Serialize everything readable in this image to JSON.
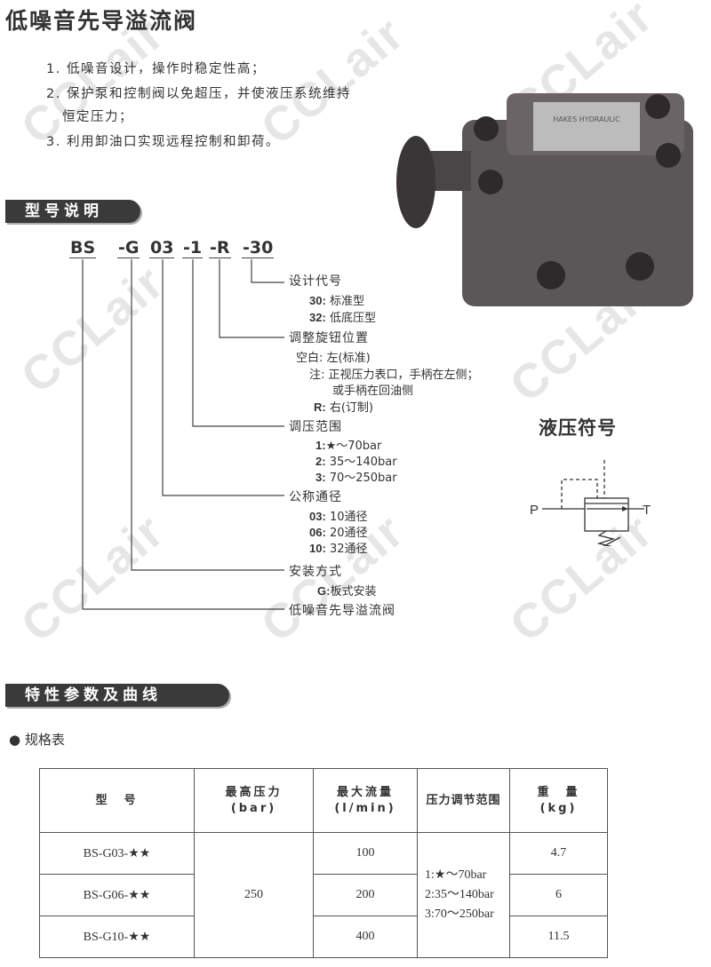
{
  "title": "低噪音先导溢流阀",
  "features": [
    "1. 低噪音设计，操作时稳定性高；",
    "2. 保护泵和控制阀以免超压，并使液压系统维持",
    "恒定压力；",
    "3. 利用卸油口实现远程控制和卸荷。"
  ],
  "section_model": "型号说明",
  "model_code": [
    "BS",
    "-G",
    "03",
    "-1",
    "-R",
    "-30"
  ],
  "groups": [
    {
      "label": "设计代号",
      "items": [
        {
          "k": "30:",
          "v": "标准型"
        },
        {
          "k": "32:",
          "v": "低底压型"
        }
      ]
    },
    {
      "label": "调整旋钮位置",
      "items": [
        {
          "k": "空白:",
          "v": "左(标准)"
        },
        {
          "k": "注:",
          "v": "正视压力表口，手柄在左侧；"
        },
        {
          "k": "",
          "v": "或手柄在回油侧"
        },
        {
          "k": "R:",
          "v": "右(订制)"
        }
      ]
    },
    {
      "label": "调压范围",
      "items": [
        {
          "k": "1:",
          "v": "★～70bar"
        },
        {
          "k": "2:",
          "v": "35～140bar"
        },
        {
          "k": "3:",
          "v": "70～250bar"
        }
      ]
    },
    {
      "label": "公称通径",
      "items": [
        {
          "k": "03:",
          "v": "10通径"
        },
        {
          "k": "06:",
          "v": "20通径"
        },
        {
          "k": "10:",
          "v": "32通径"
        }
      ]
    },
    {
      "label": "安装方式",
      "items": [
        {
          "k": "G:",
          "v": "板式安装"
        }
      ]
    },
    {
      "label": "低噪音先导溢流阀",
      "items": []
    }
  ],
  "symbol": {
    "title": "液压符号",
    "port_p": "P",
    "port_t": "T"
  },
  "section_spec": "特性参数及曲线",
  "spec_label": "规格表",
  "table": {
    "headers": [
      [
        "型　号",
        ""
      ],
      [
        "最高压力",
        "(bar)"
      ],
      [
        "最大流量",
        "(l/min)"
      ],
      [
        "压力调节范围",
        ""
      ],
      [
        "重　量",
        "(kg)"
      ]
    ],
    "rows": [
      {
        "model": "BS-G03-★★",
        "flow": "100",
        "weight": "4.7"
      },
      {
        "model": "BS-G06-★★",
        "flow": "200",
        "weight": "6"
      },
      {
        "model": "BS-G10-★★",
        "flow": "400",
        "weight": "11.5"
      }
    ],
    "max_pressure": "250",
    "ranges": [
      "1:★～70bar",
      "2:35～140bar",
      "3:70～250bar"
    ]
  },
  "watermark": "CCLair",
  "product_label": "HAKES HYDRAULIC"
}
